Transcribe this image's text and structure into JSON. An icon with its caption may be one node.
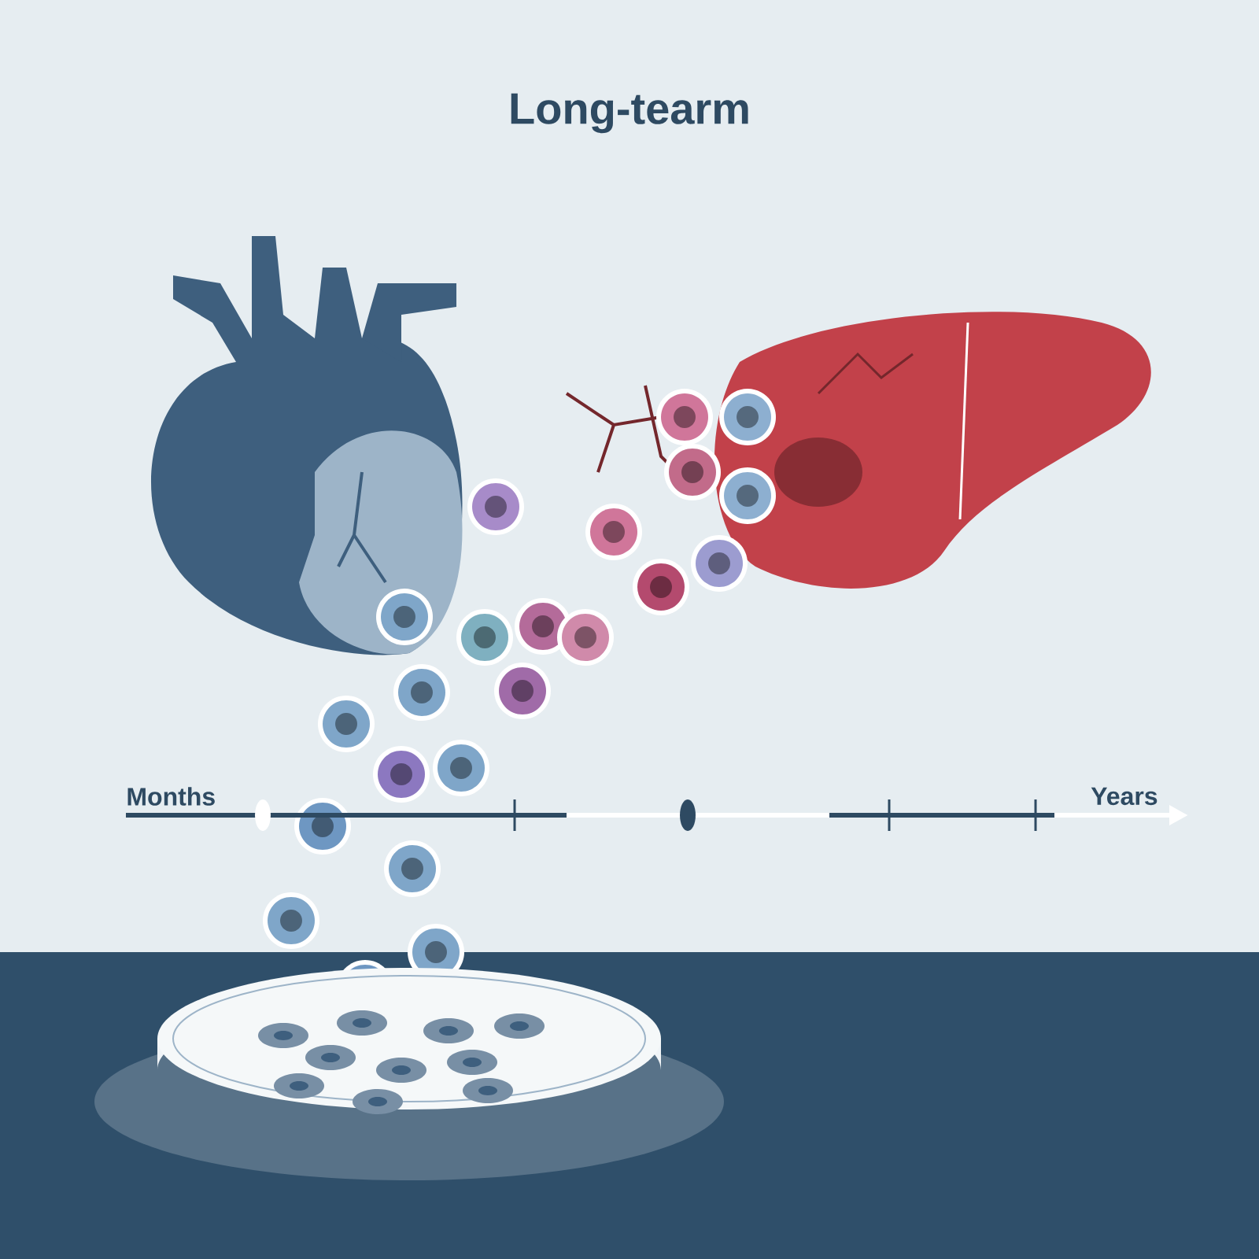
{
  "diagram": {
    "title": "Long-tearm",
    "labels": [
      "Months",
      "Years"
    ]
  }
}
